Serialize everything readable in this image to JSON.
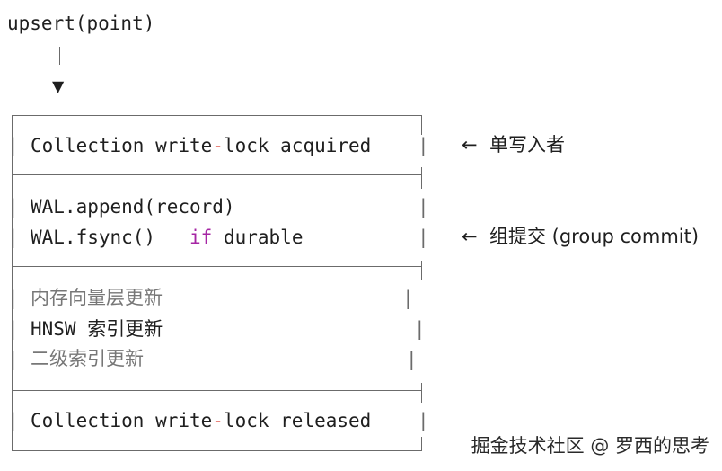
{
  "call": "upsert(point)",
  "flow_arrow": "▼",
  "steps": {
    "lock_acquired": "Collection write-lock acquired",
    "wal_append": "WAL.append(record)",
    "wal_fsync_prefix": "WAL.fsync()",
    "wal_fsync_if": "if",
    "wal_fsync_suffix": "durable",
    "update_vector": "内存向量层更新",
    "update_hnsw": "HNSW 索引更新",
    "update_secondary": "二级索引更新",
    "lock_released": "Collection write-lock released"
  },
  "annotations": {
    "single_writer": "←  单写入者",
    "group_commit": "←  组提交 (group commit)"
  },
  "watermark": "掘金技术社区 @ 罗西的思考"
}
